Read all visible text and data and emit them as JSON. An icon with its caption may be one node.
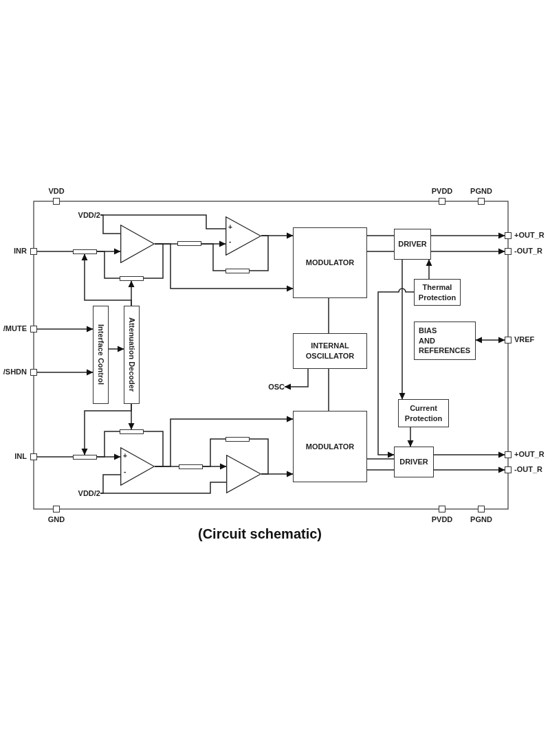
{
  "diagram": {
    "caption": "(Circuit schematic)",
    "nodes": [
      {
        "text": [],
        "shape": "box",
        "beside": [
          "VDD"
        ]
      },
      {
        "text": [],
        "shape": "box",
        "beside": [
          "PVDD"
        ]
      },
      {
        "text": [],
        "shape": "box",
        "beside": [
          "PGND"
        ]
      },
      {
        "text": [],
        "shape": "box",
        "beside": [
          "INR"
        ]
      },
      {
        "text": [],
        "shape": "box",
        "beside": [
          "+OUT_R"
        ]
      },
      {
        "text": [],
        "shape": "box",
        "beside": [
          "-OUT_R"
        ]
      },
      {
        "text": [],
        "shape": "box",
        "beside": [
          "/MUTE"
        ]
      },
      {
        "text": [],
        "shape": "box",
        "beside": [
          "/SHDN"
        ]
      },
      {
        "text": [],
        "shape": "box",
        "beside": [
          "VREF"
        ]
      },
      {
        "text": [],
        "shape": "box",
        "beside": [
          "INL"
        ]
      },
      {
        "text": [],
        "shape": "box",
        "beside": [
          "+OUT_R"
        ]
      },
      {
        "text": [],
        "shape": "box",
        "beside": [
          "-OUT_R"
        ]
      },
      {
        "text": [],
        "shape": "box",
        "beside": [
          "GND"
        ]
      },
      {
        "text": [],
        "shape": "box",
        "beside": [
          "PVDD"
        ]
      },
      {
        "text": [],
        "shape": "box",
        "beside": [
          "PGND"
        ]
      },
      {
        "text": [
          "MODULATOR"
        ]
      },
      {
        "text": [
          "DRIVER"
        ]
      },
      {
        "text": [
          "Thermal Protection"
        ]
      },
      {
        "text": [
          "Interface Control"
        ]
      },
      {
        "text": [
          "Attenuation Decoder"
        ]
      },
      {
        "text": [
          "INTERNAL OSCILLATOR"
        ]
      },
      {
        "text": [
          "BIAS AND REFERENCES"
        ]
      },
      {
        "text": [
          "Current Protection"
        ]
      },
      {
        "text": [
          "MODULATOR"
        ]
      },
      {
        "text": [
          "DRIVER"
        ]
      },
      {
        "text": [
          "OSC"
        ]
      },
      {
        "text": [
          "VDD/2"
        ]
      },
      {
        "text": [
          "VDD/2"
        ]
      },
      {
        "text": [],
        "shape": "triangle"
      },
      {
        "text": [],
        "shape": "triangle"
      },
      {
        "text": [],
        "shape": "triangle"
      },
      {
        "text": [],
        "shape": "triangle"
      },
      {
        "text": [],
        "shape": "bar"
      },
      {
        "text": [],
        "shape": "bar"
      },
      {
        "text": [],
        "shape": "bar"
      },
      {
        "text": [],
        "shape": "bar"
      },
      {
        "text": [],
        "shape": "bar"
      },
      {
        "text": [],
        "shape": "bar"
      },
      {
        "text": [],
        "shape": "bar"
      },
      {
        "text": [],
        "shape": "bar"
      }
    ],
    "edges": [
      {
        "from": 3,
        "to": 32,
        "arrow": "none"
      },
      {
        "from": 32,
        "to": 28,
        "arrow": "to"
      },
      {
        "from": 28,
        "to": 33,
        "arrow": "none"
      },
      {
        "from": 33,
        "to": 32,
        "arrow": "none"
      },
      {
        "from": 26,
        "to": 28,
        "arrow": "none"
      },
      {
        "from": 26,
        "to": 29,
        "arrow": "none"
      },
      {
        "from": 28,
        "to": 34,
        "arrow": "none"
      },
      {
        "from": 34,
        "to": 29,
        "arrow": "to"
      },
      {
        "from": 29,
        "to": 35,
        "arrow": "none"
      },
      {
        "from": 35,
        "to": 34,
        "arrow": "none"
      },
      {
        "from": 29,
        "to": 15,
        "arrow": "to"
      },
      {
        "from": 28,
        "to": 15,
        "arrow": "to"
      },
      {
        "from": 19,
        "to": 32,
        "arrow": "to"
      },
      {
        "from": 19,
        "to": 33,
        "arrow": "to"
      },
      {
        "from": 18,
        "to": 19,
        "arrow": "to"
      },
      {
        "from": 6,
        "to": 18,
        "arrow": "to"
      },
      {
        "from": 7,
        "to": 18,
        "arrow": "to"
      },
      {
        "from": 15,
        "to": 16,
        "arrow": "none"
      },
      {
        "from": 15,
        "to": 16,
        "arrow": "none"
      },
      {
        "from": 16,
        "to": 4,
        "arrow": "to"
      },
      {
        "from": 16,
        "to": 5,
        "arrow": "to"
      },
      {
        "from": 17,
        "to": 16,
        "arrow": "to"
      },
      {
        "from": 17,
        "to": 24,
        "arrow": "to"
      },
      {
        "from": 16,
        "to": 22,
        "arrow": "to"
      },
      {
        "from": 22,
        "to": 24,
        "arrow": "to"
      },
      {
        "from": 21,
        "to": 8,
        "arrow": "both"
      },
      {
        "from": 20,
        "to": 15,
        "arrow": "none"
      },
      {
        "from": 20,
        "to": 23,
        "arrow": "none"
      },
      {
        "from": 20,
        "to": 25,
        "arrow": "to"
      },
      {
        "from": 9,
        "to": 36,
        "arrow": "none"
      },
      {
        "from": 36,
        "to": 30,
        "arrow": "to"
      },
      {
        "from": 30,
        "to": 37,
        "arrow": "none"
      },
      {
        "from": 37,
        "to": 36,
        "arrow": "none"
      },
      {
        "from": 27,
        "to": 30,
        "arrow": "none"
      },
      {
        "from": 27,
        "to": 31,
        "arrow": "none"
      },
      {
        "from": 30,
        "to": 38,
        "arrow": "none"
      },
      {
        "from": 38,
        "to": 31,
        "arrow": "to"
      },
      {
        "from": 31,
        "to": 39,
        "arrow": "none"
      },
      {
        "from": 39,
        "to": 38,
        "arrow": "none"
      },
      {
        "from": 31,
        "to": 23,
        "arrow": "to"
      },
      {
        "from": 30,
        "to": 23,
        "arrow": "to"
      },
      {
        "from": 19,
        "to": 37,
        "arrow": "to"
      },
      {
        "from": 19,
        "to": 36,
        "arrow": "to"
      },
      {
        "from": 23,
        "to": 24,
        "arrow": "none"
      },
      {
        "from": 23,
        "to": 24,
        "arrow": "none"
      },
      {
        "from": 24,
        "to": 10,
        "arrow": "to"
      },
      {
        "from": 24,
        "to": 11,
        "arrow": "to"
      }
    ],
    "labels": [
      "+",
      "-",
      "+",
      "-"
    ]
  }
}
